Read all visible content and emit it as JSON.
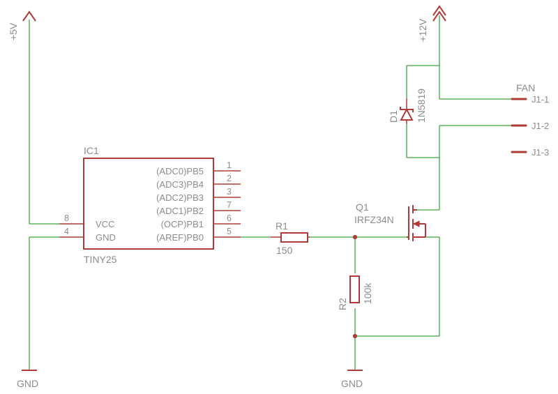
{
  "power": {
    "vcc5": "+5V",
    "vcc12": "+12V",
    "gnd_left": "GND",
    "gnd_right": "GND"
  },
  "ic1": {
    "name": "IC1",
    "value": "TINY25",
    "left_pins": [
      {
        "num": "8",
        "label": "VCC"
      },
      {
        "num": "4",
        "label": "GND"
      }
    ],
    "right_pins": [
      {
        "num": "1",
        "label": "(ADC0)PB5"
      },
      {
        "num": "2",
        "label": "(ADC3)PB4"
      },
      {
        "num": "3",
        "label": "(ADC2)PB3"
      },
      {
        "num": "7",
        "label": "(ADC1)PB2"
      },
      {
        "num": "6",
        "label": "(OCP)PB1"
      },
      {
        "num": "5",
        "label": "(AREF)PB0"
      }
    ]
  },
  "r1": {
    "name": "R1",
    "value": "150"
  },
  "r2": {
    "name": "R2",
    "value": "100k"
  },
  "q1": {
    "name": "Q1",
    "value": "IRFZ34N"
  },
  "d1": {
    "name": "D1",
    "value": "1N5819"
  },
  "j1": {
    "label": "FAN",
    "pins": [
      "J1-1",
      "J1-2",
      "J1-3"
    ]
  }
}
